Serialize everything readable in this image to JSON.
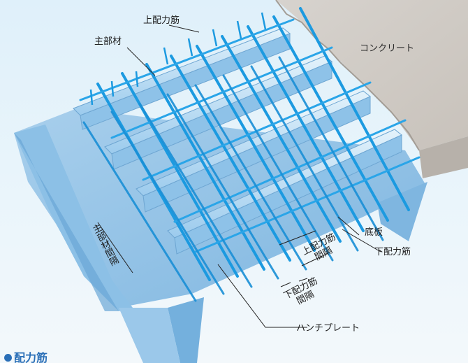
{
  "labels": {
    "top_rebar": "上配力筋",
    "main_member": "主部材",
    "concrete": "コンクリート",
    "bottom_plate": "底板",
    "bottom_rebar": "下配力筋",
    "main_member_spacing": "主部材間隔",
    "top_rebar_spacing_line1": "上配力筋",
    "top_rebar_spacing_line2": "間隔",
    "bottom_rebar_spacing_line1": "下配力筋",
    "bottom_rebar_spacing_line2": "間隔",
    "haunch_plate": "ハンチプレート"
  },
  "footer": {
    "title": "配力筋"
  },
  "colors": {
    "rebar": "#1c9ae0",
    "steel": "#b4d7ef",
    "steel_dark": "#79add6",
    "concrete": "#d9d6d2",
    "concrete_dark": "#b9b4ae",
    "accent": "#2a6fb7"
  }
}
